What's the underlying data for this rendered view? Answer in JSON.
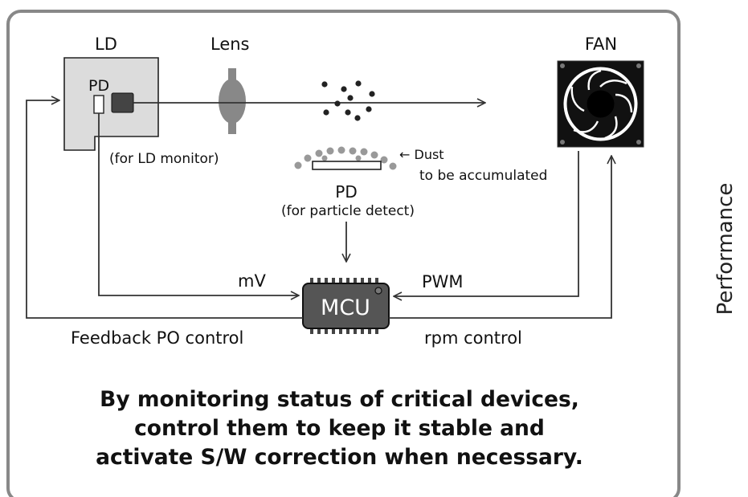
{
  "labels": {
    "ld": "LD",
    "lens": "Lens",
    "fan": "FAN",
    "pd_small": "PD",
    "ld_monitor": "(for LD monitor)",
    "dust_line1": "← Dust",
    "dust_line2": "to be accumulated",
    "pd_particle": "PD",
    "particle_detect": "(for particle detect)",
    "mv": "mV",
    "pwm": "PWM",
    "mcu": "MCU",
    "feedback": "Feedback PO control",
    "rpm": "rpm control"
  },
  "footer": {
    "line1": "By monitoring status of critical devices,",
    "line2": "control them to keep it stable and",
    "line3": "activate S/W correction when necessary."
  },
  "side_label": "Performance"
}
